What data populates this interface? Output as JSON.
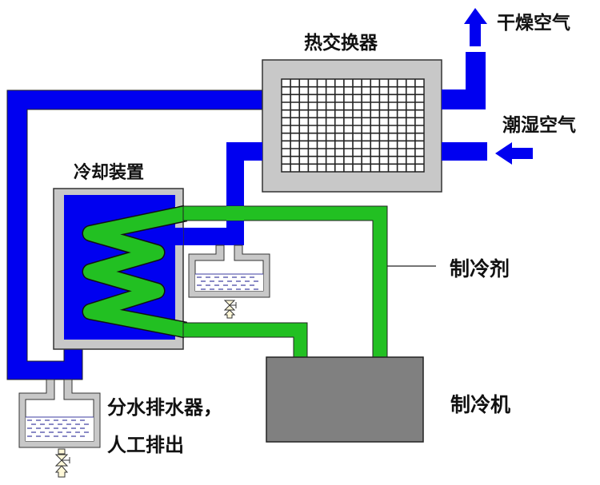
{
  "labels": {
    "heat_exchanger": "热交换器",
    "dry_air": "干燥空气",
    "humid_air": "潮湿空气",
    "cooling_device": "冷却装置",
    "refrigerant": "制冷剂",
    "refrigerator": "制冷机",
    "separator_line1": "分水排水器，",
    "separator_line2": "人工排出"
  },
  "colors": {
    "air_pipe": "#0000f0",
    "refrigerant_pipe": "#22c022",
    "housing": "#c8c8c8",
    "compressor": "#808080",
    "water": "#3c3ca0",
    "outline": "#333333"
  },
  "icons": {
    "dry_air_arrow": "arrow-up-icon",
    "humid_air_arrow": "arrow-left-icon",
    "drain_valve": "valve-icon"
  }
}
